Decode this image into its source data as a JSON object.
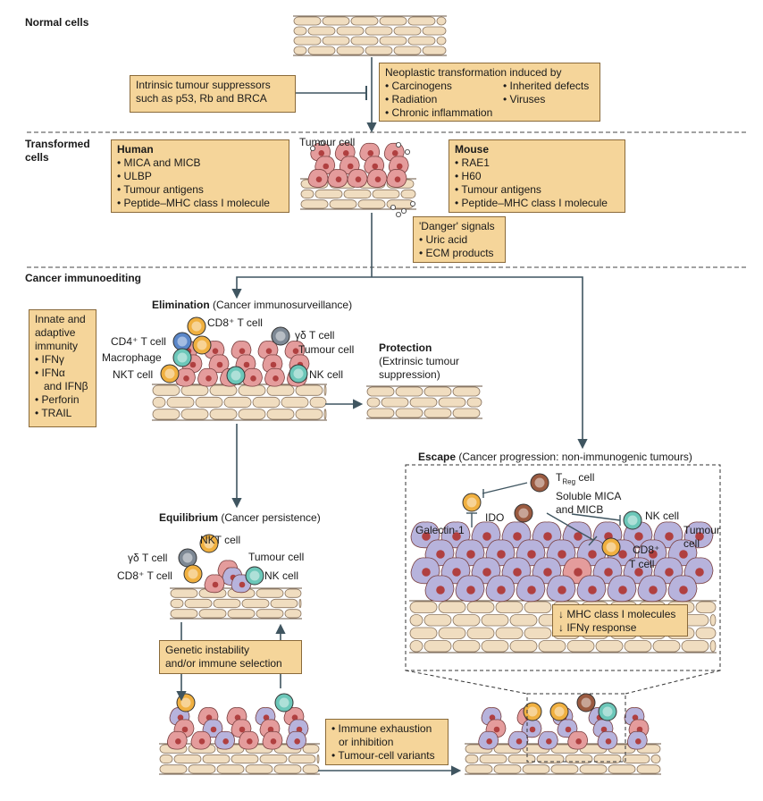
{
  "sections": {
    "normal": "Normal cells",
    "transformed": [
      "Transformed",
      "cells"
    ],
    "editing": "Cancer immunoediting"
  },
  "intrinsic_box": [
    "Intrinsic tumour suppressors",
    "such as p53, Rb and BRCA"
  ],
  "neoplastic_box": {
    "title": "Neoplastic transformation induced by",
    "col1": [
      "• Carcinogens",
      "• Radiation",
      "• Chronic inflammation"
    ],
    "col2": [
      "• Inherited defects",
      "• Viruses"
    ]
  },
  "human_box": {
    "title": "Human",
    "items": [
      "• MICA and MICB",
      "• ULBP",
      "• Tumour antigens",
      "• Peptide–MHC class I molecule"
    ]
  },
  "mouse_box": {
    "title": "Mouse",
    "items": [
      "• RAE1",
      "• H60",
      "• Tumour antigens",
      "• Peptide–MHC class I molecule"
    ]
  },
  "danger_box": [
    "'Danger' signals",
    "• Uric acid",
    "• ECM products"
  ],
  "innate_box": [
    "Innate and",
    "adaptive",
    "immunity",
    "• IFNγ",
    "• IFNα",
    "  and IFNβ",
    "• Perforin",
    "• TRAIL"
  ],
  "labels": {
    "tumour_cell_top": "Tumour cell",
    "elimination_title": "Elimination",
    "elimination_sub": "(Cancer immunosurveillance)",
    "cd8_elim": "CD8⁺ T cell",
    "cd4_elim": "CD4⁺ T cell",
    "gd_elim": "γδ T cell",
    "tumour_elim": "Tumour cell",
    "macrophage": "Macrophage",
    "nkt_elim": "NKT cell",
    "nk_elim": "NK cell",
    "protection_title": "Protection",
    "protection_sub": [
      "(Extrinsic tumour",
      "suppression)"
    ],
    "equilibrium_title": "Equilibrium",
    "equilibrium_sub": "(Cancer persistence)",
    "nkt_eq": "NKT cell",
    "gd_eq": "γδ T cell",
    "tumour_eq": "Tumour cell",
    "cd8_eq": "CD8⁺ T cell",
    "nk_eq": "NK cell",
    "escape_title": "Escape",
    "escape_sub": "(Cancer progression: non-immunogenic tumours)",
    "treg": "T",
    "treg_sub": "Reg",
    "treg_suffix": " cell",
    "soluble_mica": [
      "Soluble MICA",
      "and MICB"
    ],
    "ido": "IDO",
    "galectin": "Galectin-1",
    "nk_esc": "NK cell",
    "tumour_esc": [
      "Tumour",
      "cell"
    ],
    "cd8_esc": [
      "CD8⁺",
      "T cell"
    ]
  },
  "mhc_box": [
    "↓ MHC class I molecules",
    "↓ IFNγ response"
  ],
  "genetic_box": [
    "Genetic instability",
    "and/or immune selection"
  ],
  "exhaustion_box": [
    "• Immune exhaustion",
    "  or inhibition",
    "• Tumour-cell variants"
  ],
  "colors": {
    "box_fill": "#f5d59a",
    "tissue": "#f0ddc0",
    "tumour_pink": "#e49c9c",
    "tumour_purple": "#b7b3dc",
    "arrow": "#3f5560",
    "t_orange": "#f0b040",
    "t_blue": "#5a86c8",
    "t_grey": "#7d8894",
    "t_brown": "#9a5a40",
    "nk_teal": "#6cc7b9"
  }
}
